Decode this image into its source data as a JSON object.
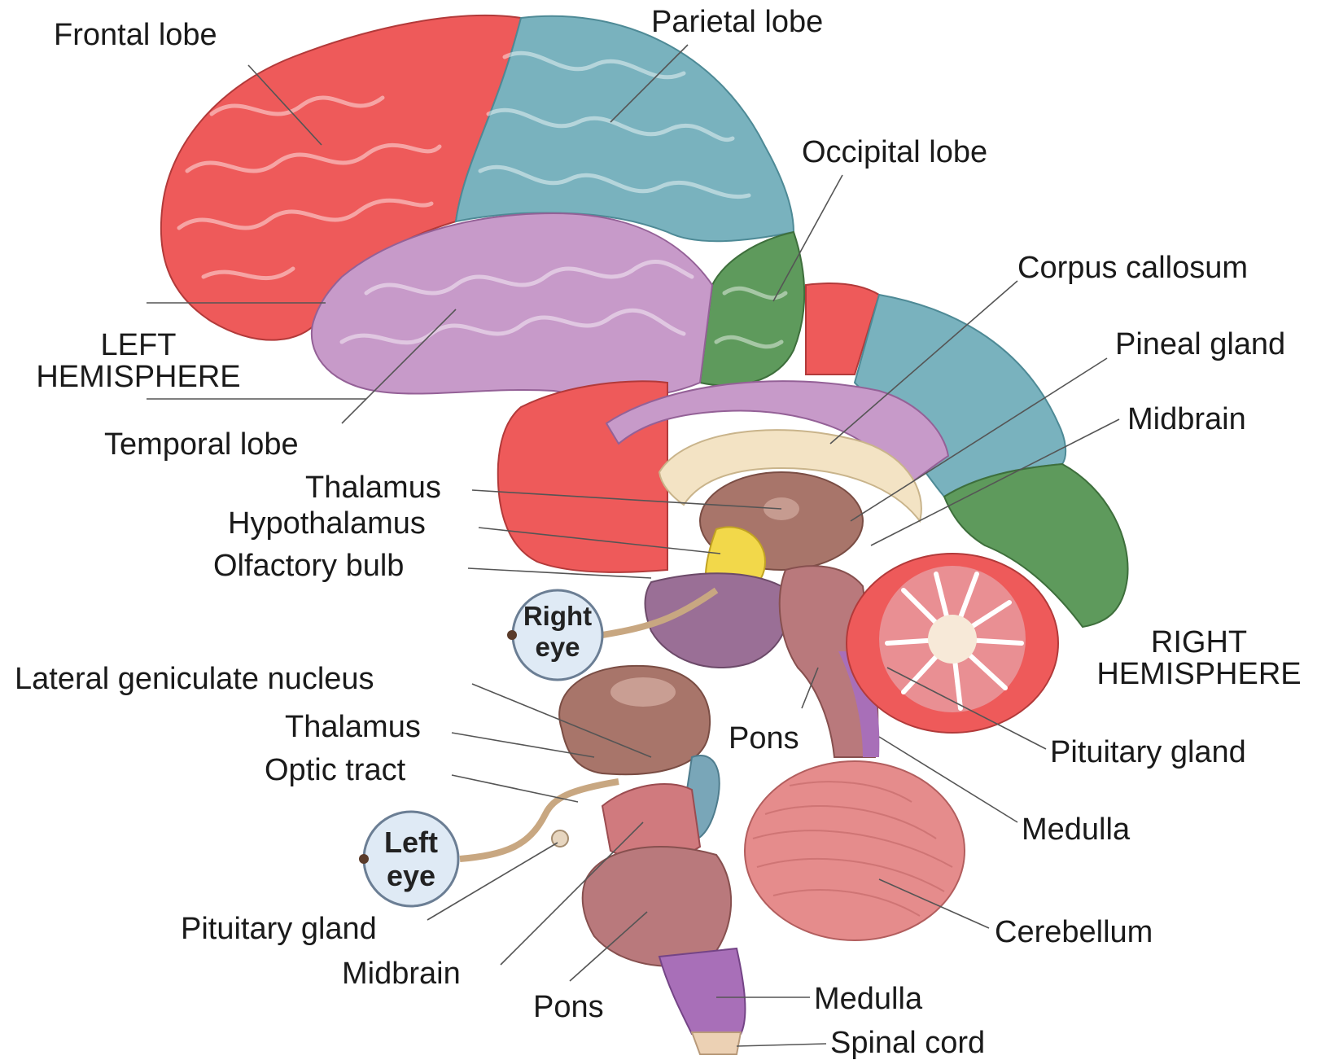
{
  "labels": {
    "frontal_lobe": "Frontal lobe",
    "parietal_lobe": "Parietal lobe",
    "occipital_lobe": "Occipital lobe",
    "corpus_callosum": "Corpus callosum",
    "pineal_gland": "Pineal gland",
    "midbrain_right": "Midbrain",
    "left_hemisphere_1": "LEFT",
    "left_hemisphere_2": "HEMISPHERE",
    "temporal_lobe": "Temporal lobe",
    "thalamus_top": "Thalamus",
    "hypothalamus": "Hypothalamus",
    "olfactory_bulb": "Olfactory bulb",
    "right_hemisphere_1": "RIGHT",
    "right_hemisphere_2": "HEMISPHERE",
    "lateral_geniculate": "Lateral geniculate nucleus",
    "thalamus_bottom": "Thalamus",
    "optic_tract": "Optic tract",
    "pons_upper": "Pons",
    "pituitary_right": "Pituitary gland",
    "medulla_upper": "Medulla",
    "cerebellum": "Cerebellum",
    "pituitary_left": "Pituitary gland",
    "midbrain_left": "Midbrain",
    "pons_lower": "Pons",
    "medulla_lower": "Medulla",
    "spinal_cord": "Spinal cord"
  },
  "eyes": {
    "right_1": "Right",
    "right_2": "eye",
    "left_1": "Left",
    "left_2": "eye"
  },
  "colors": {
    "frontal": "#ee5a5a",
    "parietal": "#79b2be",
    "occipital": "#5e9a5c",
    "temporal": "#c79ac9",
    "corpus_callosum": "#f3e3c4",
    "thalamus": "#a8756a",
    "hypothalamus": "#f2d84a",
    "brainstem": "#b9797c",
    "medulla": "#a86fb8",
    "cerebellum": "#e58c8c",
    "eye": "#dfeaf5"
  }
}
